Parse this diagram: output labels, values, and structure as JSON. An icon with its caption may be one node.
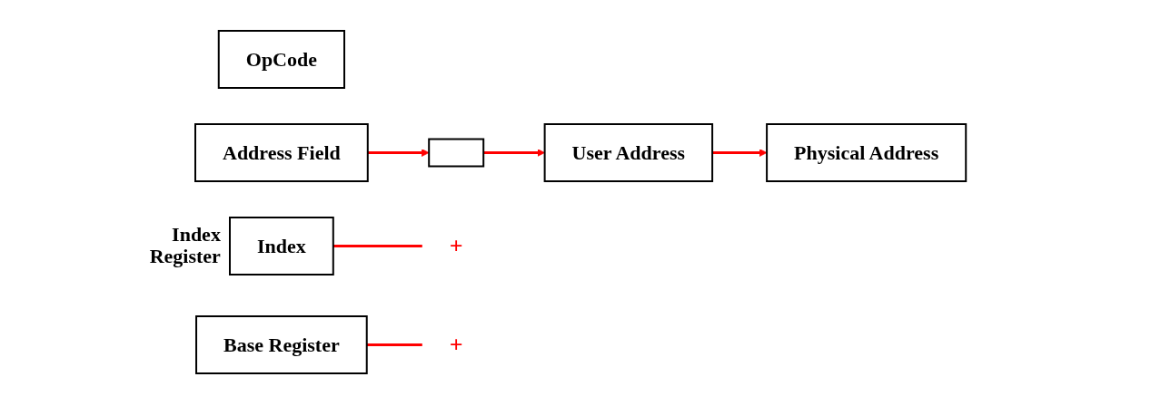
{
  "diagram": {
    "nodes": [
      {
        "text": [
          "OpCode"
        ]
      },
      {
        "text": [
          "Address Field"
        ]
      },
      {
        "text": [],
        "shape": "box"
      },
      {
        "text": [
          "User Address"
        ]
      },
      {
        "text": [
          "+"
        ]
      },
      {
        "text": [
          "Index"
        ],
        "beside": [
          "Index Register"
        ]
      },
      {
        "text": [
          "+"
        ]
      },
      {
        "text": [
          "Base Register"
        ]
      },
      {
        "text": [
          "Physical Address"
        ]
      }
    ],
    "edges": [
      {
        "from": 1,
        "to": 2,
        "arrow": "to"
      },
      {
        "from": 2,
        "to": 3,
        "arrow": "to"
      },
      {
        "from": 5,
        "to": 4,
        "arrow": "none"
      },
      {
        "from": 7,
        "to": 6,
        "arrow": "none"
      },
      {
        "from": 3,
        "to": 8,
        "arrow": "to"
      }
    ]
  }
}
